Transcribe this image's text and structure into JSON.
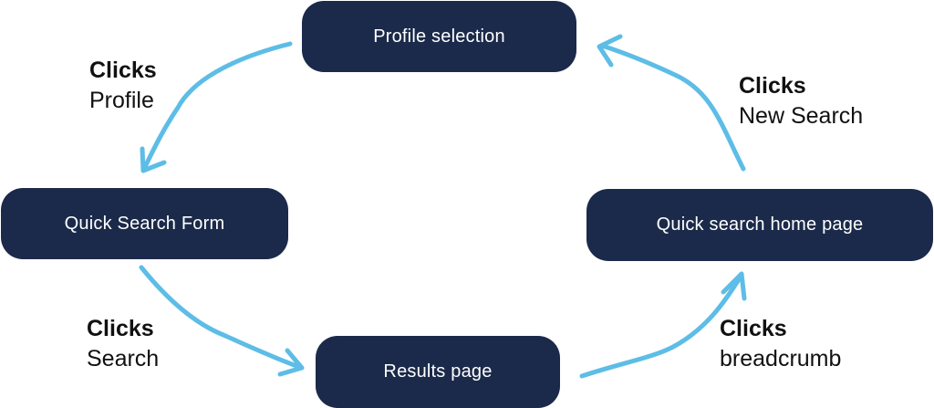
{
  "nodes": {
    "profile_selection": "Profile selection",
    "quick_search_form": "Quick Search Form",
    "quick_search_home": "Quick search home page",
    "results_page": "Results page"
  },
  "edges": {
    "profile": {
      "action": "Clicks",
      "target": "Profile"
    },
    "new_search": {
      "action": "Clicks",
      "target": "New Search"
    },
    "search": {
      "action": "Clicks",
      "target": "Search"
    },
    "breadcrumb": {
      "action": "Clicks",
      "target": "breadcrumb"
    }
  },
  "colors": {
    "node_fill": "#1b2a4a",
    "node_text": "#ffffff",
    "arrow": "#5dbde6",
    "label_text": "#111111"
  }
}
